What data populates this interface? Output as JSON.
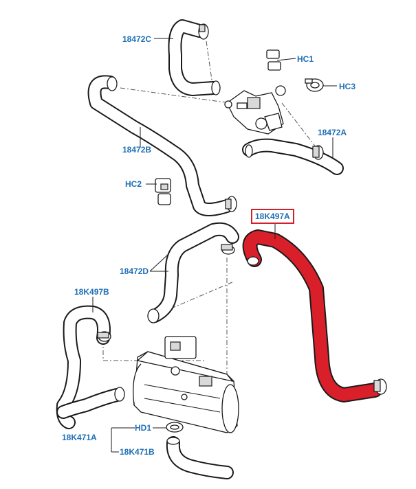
{
  "diagram": {
    "highlight_color": "#d9202a",
    "label_color": "#1f6fb5",
    "outline_color": "#1a1a1a",
    "labels": {
      "c18472C": "18472C",
      "hc1": "HC1",
      "hc3": "HC3",
      "c18472B": "18472B",
      "c18472A": "18472A",
      "hc2": "HC2",
      "c18K497A": "18K497A",
      "c18472D": "18472D",
      "c18K497B": "18K497B",
      "hd1": "HD1",
      "c18K471A": "18K471A",
      "c18K471B": "18K471B"
    }
  }
}
